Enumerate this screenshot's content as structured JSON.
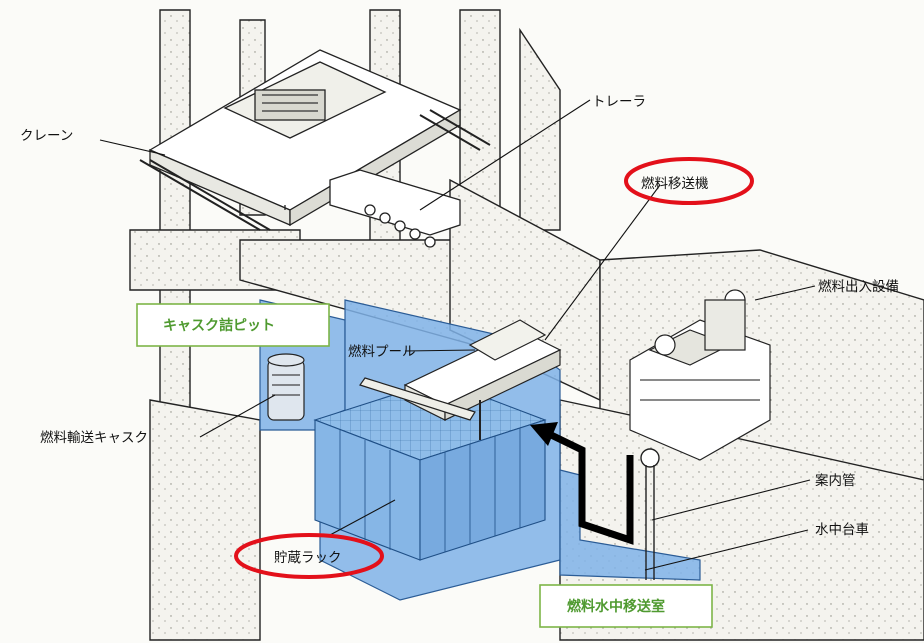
{
  "labels": {
    "crane": "クレーン",
    "trailer": "トレーラ",
    "fuel_handling_machine": "燃料移送機",
    "fuel_in_out_facility": "燃料出入設備",
    "cask_loading_pit": "キャスク詰ピット",
    "fuel_pool": "燃料プール",
    "fuel_transport_cask": "燃料輸送キャスク",
    "guide_tube": "案内管",
    "underwater_cart": "水中台車",
    "storage_rack": "貯蔵ラック",
    "underwater_transfer_room": "燃料水中移送室"
  },
  "colors": {
    "water": "#7fb2e8",
    "highlight_ellipse": "#e3101a",
    "callout_box_border": "#7db548",
    "callout_text": "#4f9a30",
    "arrow": "#000000"
  },
  "icons": {
    "flow_arrow": "arrow-up-left-icon"
  }
}
